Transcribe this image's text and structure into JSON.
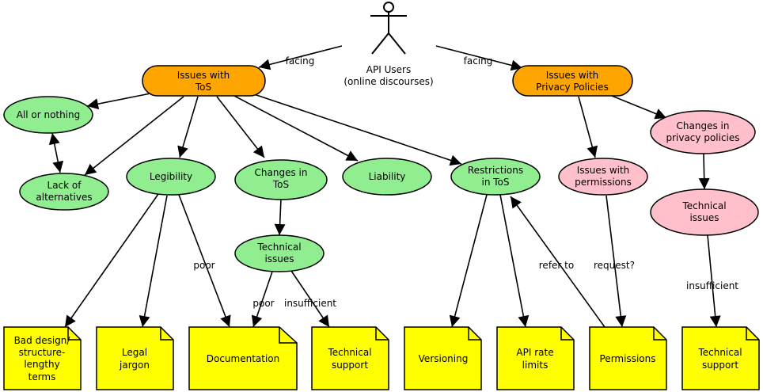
{
  "actor": {
    "label_line1": "API Users",
    "label_line2": "(online discourses)"
  },
  "hubs": {
    "tos": {
      "line1": "Issues with",
      "line2": "ToS"
    },
    "privacy": {
      "line1": "Issues with",
      "line2": "Privacy Policies"
    }
  },
  "green_nodes": {
    "all_or_nothing": "All or nothing",
    "lack_alt": {
      "line1": "Lack of",
      "line2": "alternatives"
    },
    "legibility": "Legibility",
    "changes_tos": {
      "line1": "Changes in",
      "line2": "ToS"
    },
    "liability": "Liability",
    "restrictions": {
      "line1": "Restrictions",
      "line2": "in ToS"
    },
    "technical_issues": {
      "line1": "Technical",
      "line2": "issues"
    }
  },
  "pink_nodes": {
    "issues_permissions": {
      "line1": "Issues with",
      "line2": "permissions"
    },
    "changes_privacy": {
      "line1": "Changes in",
      "line2": "privacy policies"
    },
    "technical_issues": {
      "line1": "Technical",
      "line2": "issues"
    }
  },
  "notes": {
    "bad_design": {
      "line1": "Bad design/",
      "line2": "structure-",
      "line3": "lengthy",
      "line4": "terms"
    },
    "legal_jargon": {
      "line1": "Legal",
      "line2": "jargon"
    },
    "documentation": "Documentation",
    "technical_support_1": {
      "line1": "Technical",
      "line2": "support"
    },
    "versioning": "Versioning",
    "api_rate_limits": {
      "line1": "API rate",
      "line2": "limits"
    },
    "permissions": "Permissions",
    "technical_support_2": {
      "line1": "Technical",
      "line2": "support"
    }
  },
  "edge_labels": {
    "facing_left": "facing",
    "facing_right": "facing",
    "poor_legibility": "poor",
    "poor_technical": "poor",
    "insufficient_left": "insufficient",
    "refer_to": "refer to",
    "request": "request?",
    "insufficient_right": "insufficient"
  }
}
